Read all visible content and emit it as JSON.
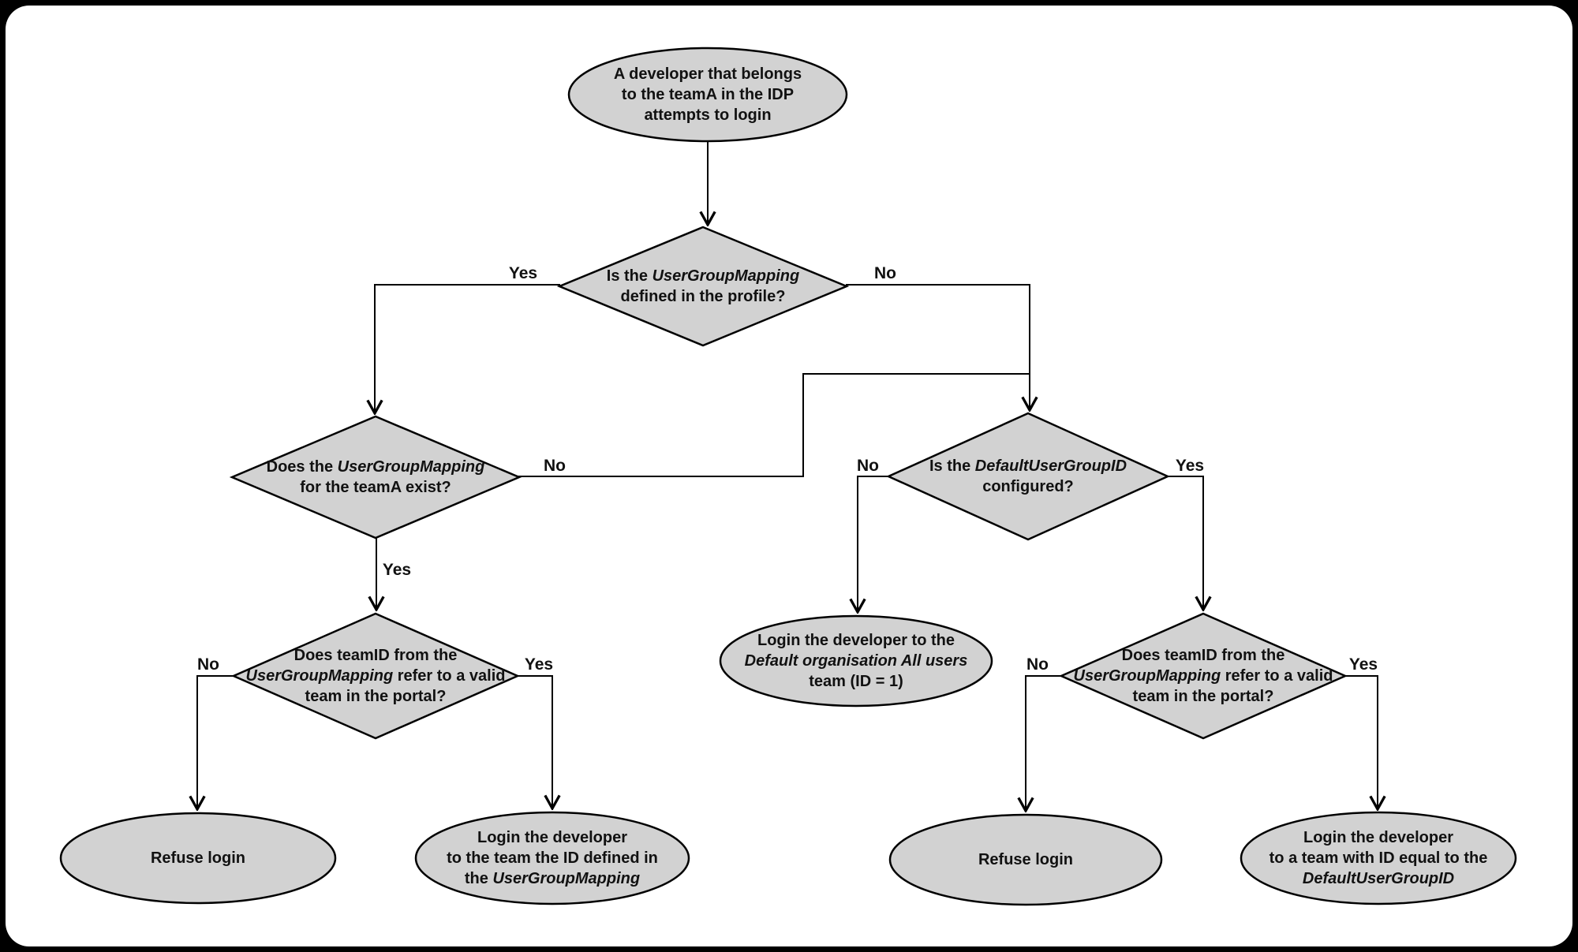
{
  "figure_type": "flowchart",
  "colors": {
    "frame": "#000000",
    "canvas": "#ffffff",
    "node_fill": "#d2d2d2",
    "node_stroke": "#000000",
    "text": "#111111"
  },
  "nodes": {
    "start": {
      "shape": "ellipse",
      "lines": [
        [
          {
            "t": "A developer that belongs"
          }
        ],
        [
          {
            "t": "to the teamA in the IDP"
          }
        ],
        [
          {
            "t": "attempts to login"
          }
        ]
      ]
    },
    "d_mapping_defined": {
      "shape": "diamond",
      "lines": [
        [
          {
            "t": "Is the "
          },
          {
            "t": "UserGroupMapping",
            "i": true
          }
        ],
        [
          {
            "t": "defined in the profile?"
          }
        ]
      ]
    },
    "d_mapping_exists": {
      "shape": "diamond",
      "lines": [
        [
          {
            "t": "Does the "
          },
          {
            "t": "UserGroupMapping",
            "i": true
          }
        ],
        [
          {
            "t": "for the teamA exist?"
          }
        ]
      ]
    },
    "d_default_configured": {
      "shape": "diamond",
      "lines": [
        [
          {
            "t": "Is the "
          },
          {
            "t": "DefaultUserGroupID",
            "i": true
          }
        ],
        [
          {
            "t": "configured?"
          }
        ]
      ]
    },
    "d_teamid_valid_left": {
      "shape": "diamond",
      "lines": [
        [
          {
            "t": "Does teamID from the"
          }
        ],
        [
          {
            "t": "UserGroupMapping",
            "i": true
          },
          {
            "t": " refer to a valid"
          }
        ],
        [
          {
            "t": "team in the portal?"
          }
        ]
      ]
    },
    "d_teamid_valid_right": {
      "shape": "diamond",
      "lines": [
        [
          {
            "t": "Does teamID from the"
          }
        ],
        [
          {
            "t": "UserGroupMapping",
            "i": true
          },
          {
            "t": " refer to a valid"
          }
        ],
        [
          {
            "t": "team in the portal?"
          }
        ]
      ]
    },
    "end_refuse_left": {
      "shape": "ellipse",
      "lines": [
        [
          {
            "t": "Refuse login"
          }
        ]
      ]
    },
    "end_login_mapping": {
      "shape": "ellipse",
      "lines": [
        [
          {
            "t": "Login the developer"
          }
        ],
        [
          {
            "t": "to the team the ID defined in"
          }
        ],
        [
          {
            "t": "the "
          },
          {
            "t": "UserGroupMapping",
            "i": true
          }
        ]
      ]
    },
    "end_login_default_org": {
      "shape": "ellipse",
      "lines": [
        [
          {
            "t": "Login the developer to the"
          }
        ],
        [
          {
            "t": "Default organisation All users",
            "i": true
          }
        ],
        [
          {
            "t": "team (ID = 1)"
          }
        ]
      ]
    },
    "end_refuse_right": {
      "shape": "ellipse",
      "lines": [
        [
          {
            "t": "Refuse login"
          }
        ]
      ]
    },
    "end_login_default_id": {
      "shape": "ellipse",
      "lines": [
        [
          {
            "t": "Login the developer"
          }
        ],
        [
          {
            "t": "to a team with ID equal to the"
          }
        ],
        [
          {
            "t": "DefaultUserGroupID",
            "i": true
          }
        ]
      ]
    }
  },
  "edges": {
    "defined_yes": "Yes",
    "defined_no": "No",
    "exists_no": "No",
    "exists_yes": "Yes",
    "default_no": "No",
    "default_yes": "Yes",
    "teamid_left_no": "No",
    "teamid_left_yes": "Yes",
    "teamid_right_no": "No",
    "teamid_right_yes": "Yes"
  }
}
